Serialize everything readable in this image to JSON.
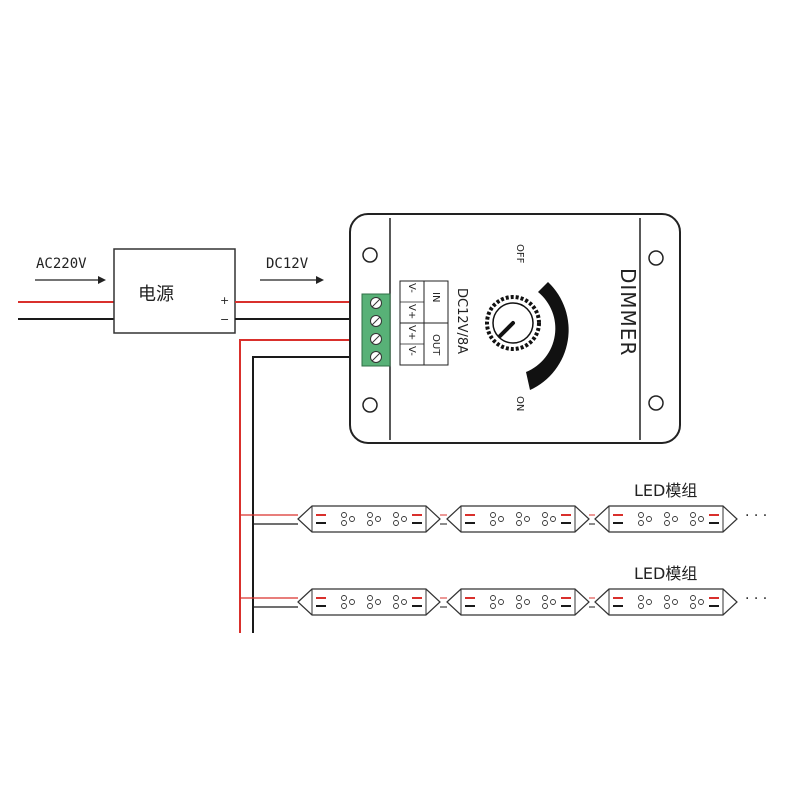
{
  "input_label": "AC220V",
  "output_label": "DC12V",
  "power_supply": {
    "name": "电源",
    "plus": "+",
    "minus": "−"
  },
  "dimmer": {
    "title": "DIMMER",
    "rating": "DC12V/8A",
    "knob_off": "OFF",
    "knob_on": "ON",
    "terminal_in": "IN",
    "terminal_out": "OUT",
    "terminal_pins": [
      "V-",
      "V+",
      "V+",
      "V-"
    ]
  },
  "led_label": "LED模组",
  "continuation": "· · ·",
  "colors": {
    "positive_wire": "#d9302c",
    "negative_wire": "#1a1a1a",
    "terminal_block": "#58b177"
  }
}
